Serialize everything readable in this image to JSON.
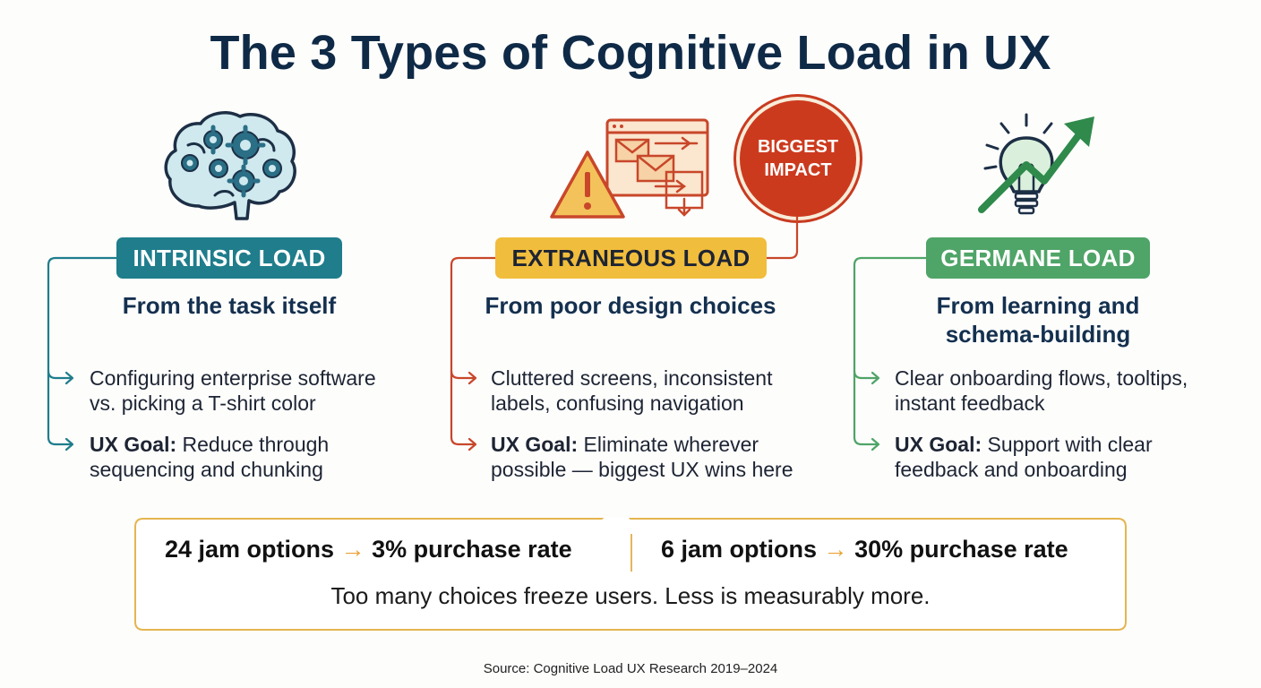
{
  "title": "The 3 Types of Cognitive Load in UX",
  "badge": {
    "line1": "BIGGEST",
    "line2": "IMPACT"
  },
  "columns": [
    {
      "label": "INTRINSIC LOAD",
      "subtitle_l1": "From the task itself",
      "subtitle_l2": "",
      "bullet1_l1": "Configuring enterprise software",
      "bullet1_l2": "vs. picking a T-shirt color",
      "goal_label": "UX Goal:",
      "goal_l1": " Reduce through",
      "goal_l2": "sequencing and chunking",
      "accent": "#1f7d8c",
      "icon": "brain-gears-icon"
    },
    {
      "label": "EXTRANEOUS LOAD",
      "subtitle_l1": "From poor design choices",
      "subtitle_l2": "",
      "bullet1_l1": "Cluttered screens, inconsistent",
      "bullet1_l2": "labels, confusing navigation",
      "goal_label": "UX Goal:",
      "goal_l1": " Eliminate wherever",
      "goal_l2": "possible — biggest UX wins here",
      "accent": "#c8472a",
      "icon": "warning-cluttered-windows-icon"
    },
    {
      "label": "GERMANE LOAD",
      "subtitle_l1": "From learning and",
      "subtitle_l2": "schema-building",
      "bullet1_l1": "Clear onboarding flows, tooltips,",
      "bullet1_l2": "instant feedback",
      "goal_label": "UX Goal:",
      "goal_l1": " Support with clear",
      "goal_l2": "feedback and onboarding",
      "accent": "#4fa467",
      "icon": "lightbulb-growth-arrow-icon"
    }
  ],
  "callout": {
    "stat1_left": "24 jam options",
    "stat1_right": "3% purchase rate",
    "stat2_left": "6 jam options",
    "stat2_right": "30% purchase rate",
    "arrow": "→",
    "tagline": "Too many choices freeze users. Less is measurably more."
  },
  "source": "Source: Cognitive Load UX Research 2019–2024"
}
